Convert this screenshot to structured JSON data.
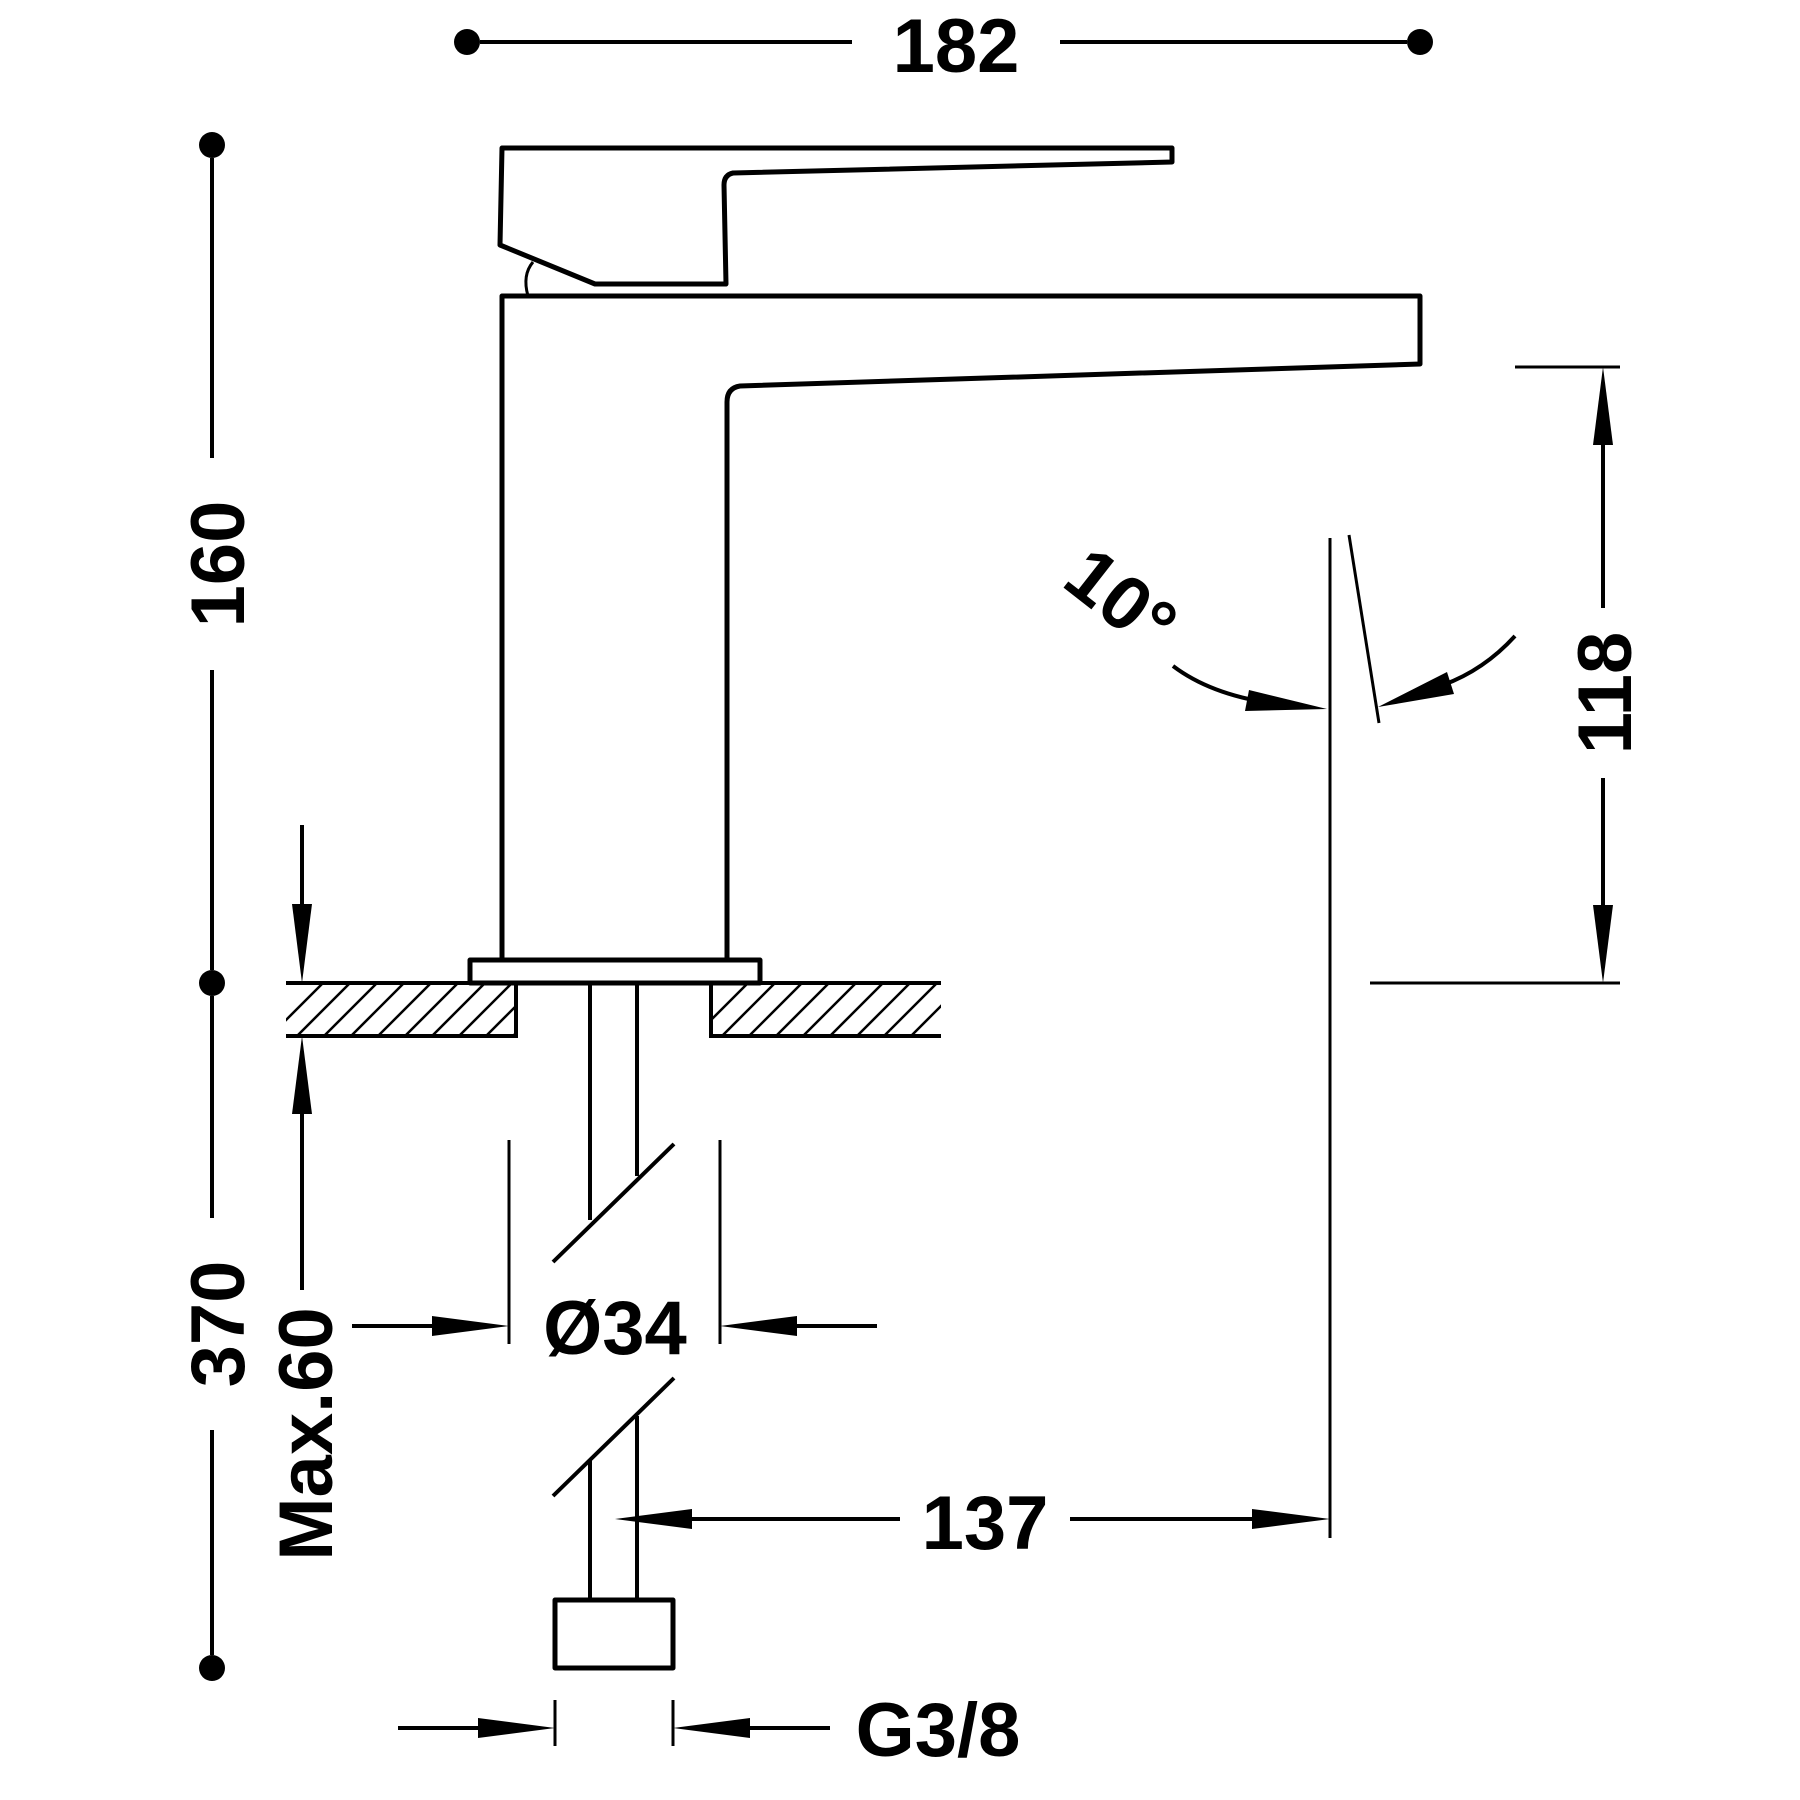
{
  "drawing": {
    "dimensions": {
      "overall_width": "182",
      "overall_height": "160",
      "spout_height": "118",
      "spout_reach": "137",
      "total_length": "370",
      "max_deck_thickness": "Max.60",
      "hole_diameter": "Ø34",
      "connection_thread": "G3/8",
      "spout_angle": "10°"
    }
  }
}
